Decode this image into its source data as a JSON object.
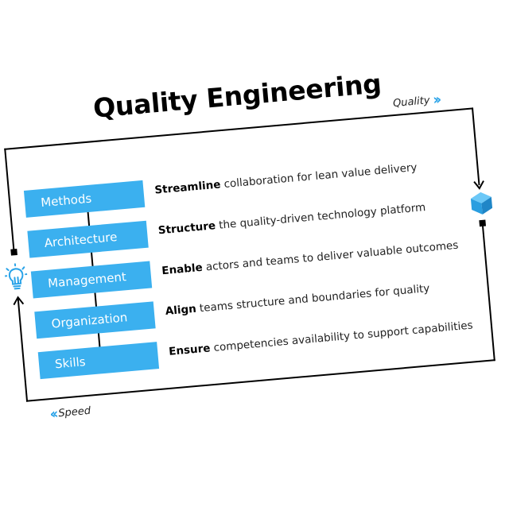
{
  "title": "Quality Engineering",
  "quality_label": "Quality",
  "speed_label": "Speed",
  "steps": [
    {
      "label": "Methods",
      "verb": "Streamline",
      "rest": " collaboration for lean value delivery"
    },
    {
      "label": "Architecture",
      "verb": "Structure",
      "rest": " the quality-driven technology platform"
    },
    {
      "label": "Management",
      "verb": "Enable",
      "rest": " actors and teams to deliver valuable outcomes"
    },
    {
      "label": "Organization",
      "verb": "Align",
      "rest": " teams structure and boundaries for quality"
    },
    {
      "label": "Skills",
      "verb": "Ensure",
      "rest": " competencies availability to support capabilities"
    }
  ],
  "colors": {
    "accent": "#3bb0ef",
    "line": "#000000"
  },
  "icons": {
    "left": "lightbulb-icon",
    "right": "cube-icon",
    "chevron": "double-chevron-icon"
  }
}
